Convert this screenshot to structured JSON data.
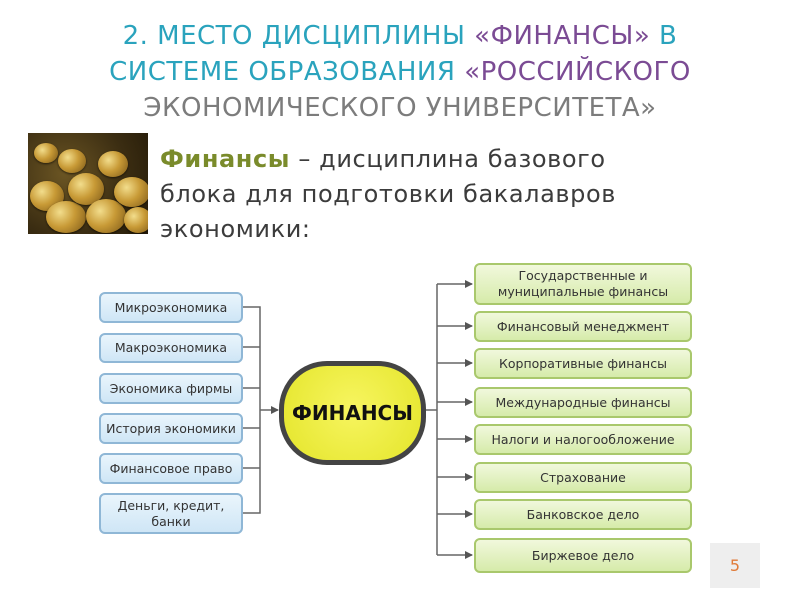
{
  "title": {
    "part1": "2. МЕСТО ",
    "part2": "ДИСЦИПЛИНЫ ",
    "part3": "«ФИНАНСЫ»",
    "part4": " В",
    "part5": "СИСТЕМЕ ОБРАЗОВАНИЯ ",
    "part6": "«РОССИЙСКОГО",
    "part7": "ЭКОНОМИЧЕСКОГО УНИВЕРСИТЕТА»"
  },
  "subtitle": {
    "keyword": "Финансы",
    "line1_rest": " – дисциплина базового",
    "line2": "блока для подготовки бакалавров",
    "line3": "экономики:"
  },
  "diagram": {
    "center": "ФИНАНСЫ",
    "left": [
      "Микроэкономика",
      "Макроэкономика",
      "Экономика фирмы",
      "История экономики",
      "Финансовое право",
      "Деньги, кредит, банки"
    ],
    "right": [
      "Государственные и муниципальные финансы",
      "Финансовый менеджмент",
      "Корпоративные финансы",
      "Международные финансы",
      "Налоги и налогообложение",
      "Страхование",
      "Банковское дело",
      "Биржевое дело"
    ]
  },
  "page_number": "5",
  "colors": {
    "teal": "#2aa3bd",
    "purple": "#7b4b94",
    "gray": "#7c7c7c",
    "olive": "#7a8b2b",
    "center_fill": "#eeee3a",
    "left_border": "#8fb7d6",
    "right_border": "#a9c86c"
  }
}
